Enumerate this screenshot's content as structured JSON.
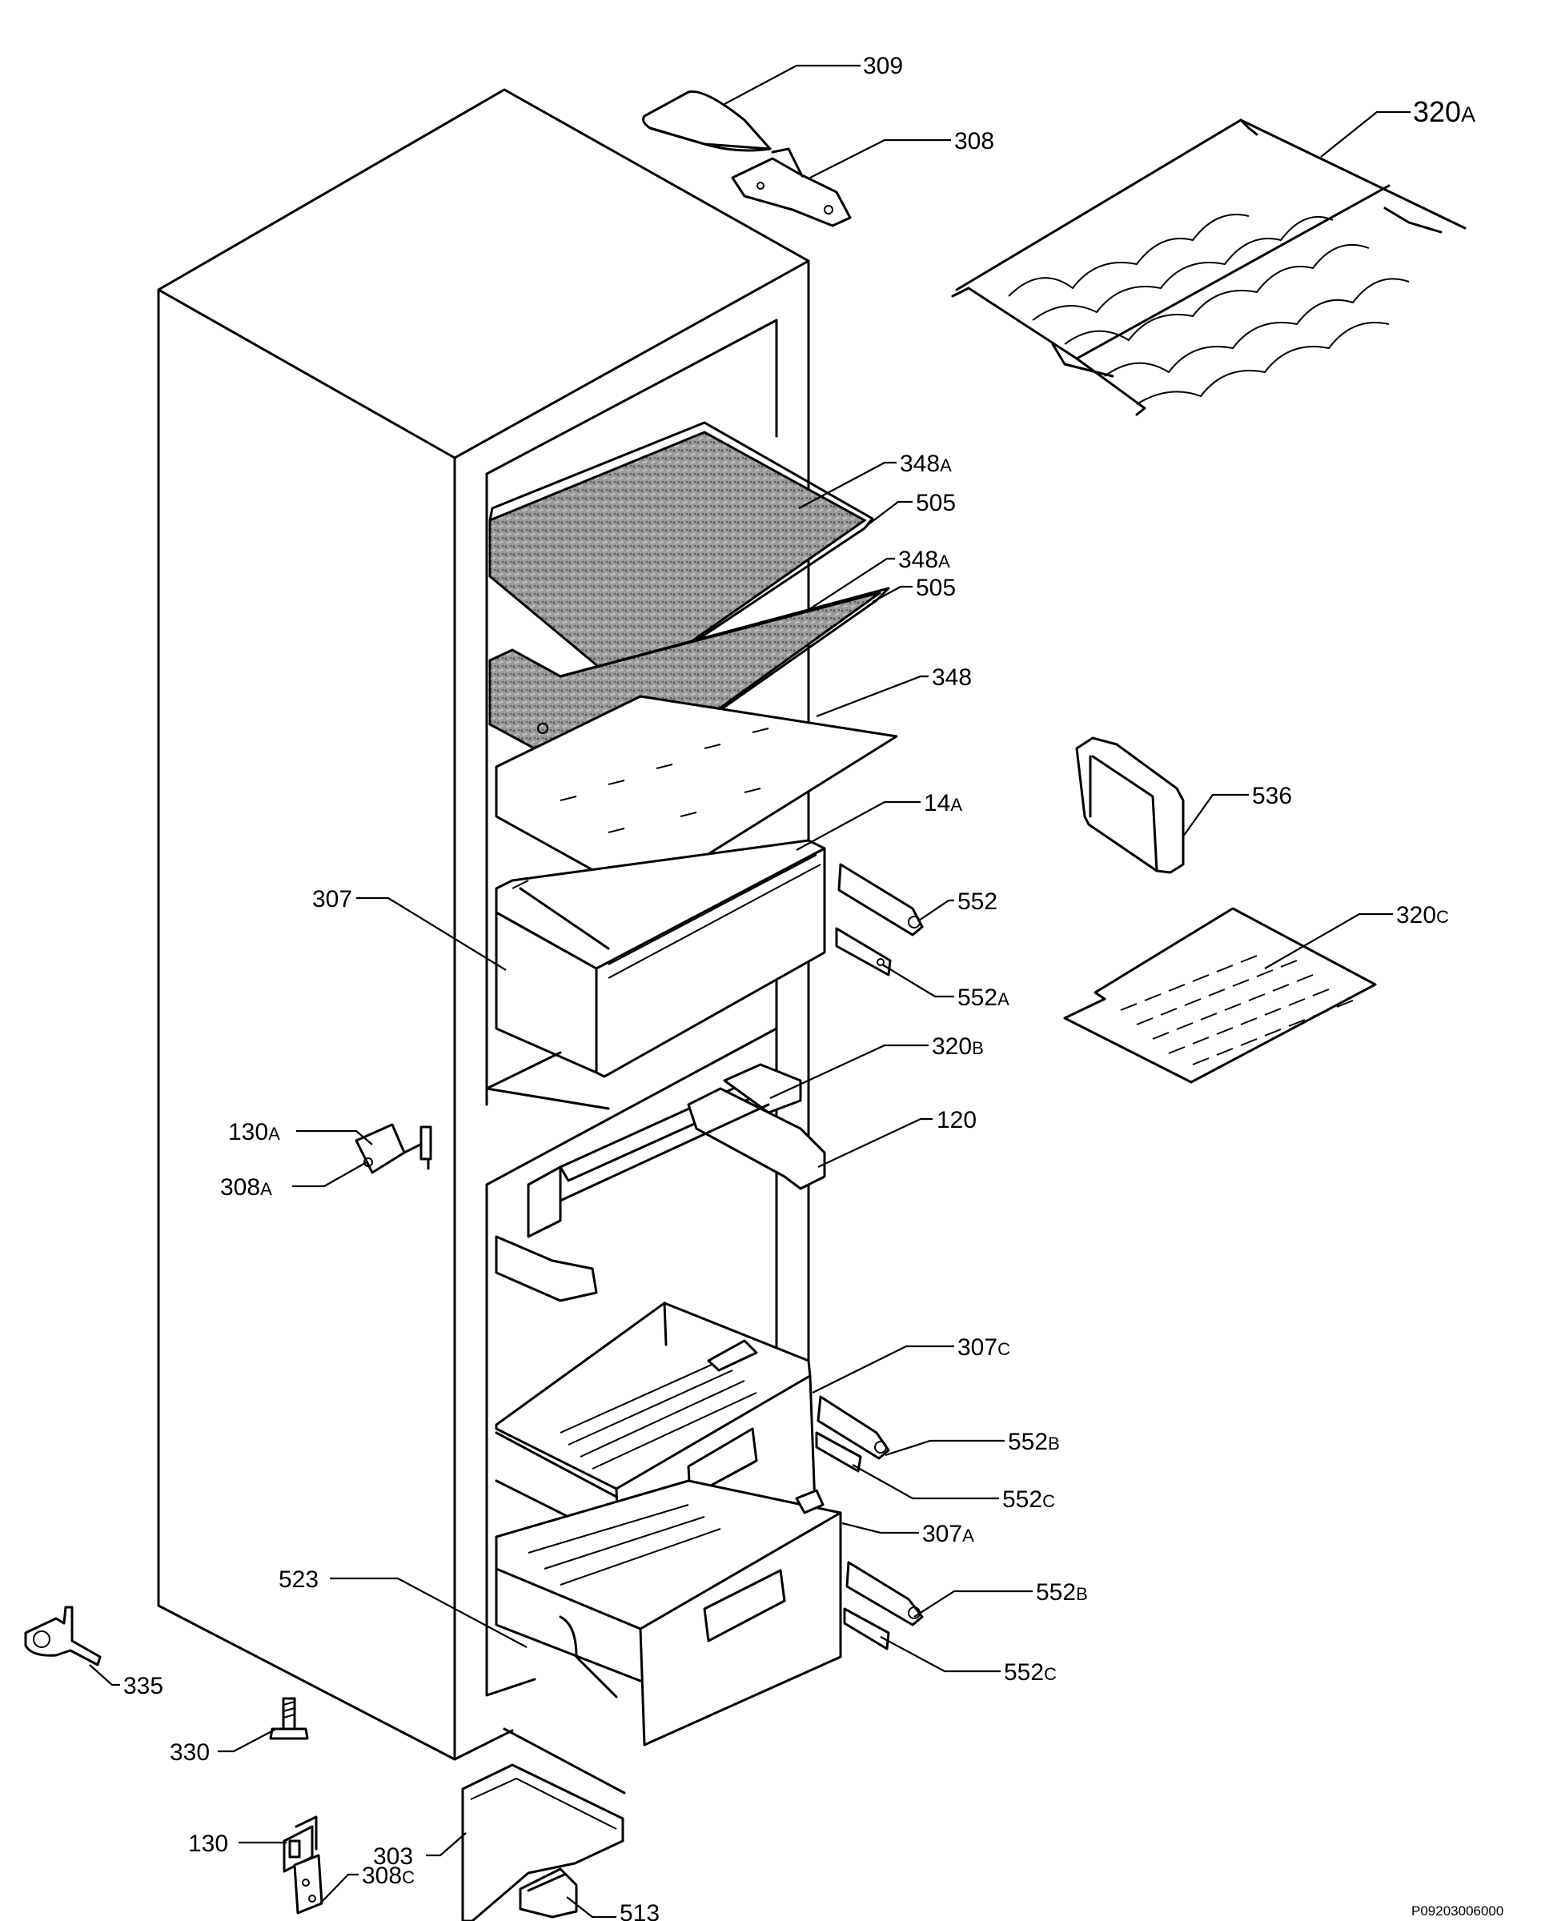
{
  "drawing_code": "P09203006000",
  "callouts": [
    {
      "id": "309",
      "num": "309",
      "suffix": ""
    },
    {
      "id": "308",
      "num": "308",
      "suffix": ""
    },
    {
      "id": "320a",
      "num": "320",
      "suffix": "A"
    },
    {
      "id": "348a-1",
      "num": "348",
      "suffix": "A"
    },
    {
      "id": "505-1",
      "num": "505",
      "suffix": ""
    },
    {
      "id": "348a-2",
      "num": "348",
      "suffix": "A"
    },
    {
      "id": "505-2",
      "num": "505",
      "suffix": ""
    },
    {
      "id": "348",
      "num": "348",
      "suffix": ""
    },
    {
      "id": "536",
      "num": "536",
      "suffix": ""
    },
    {
      "id": "14a",
      "num": "14",
      "suffix": "A"
    },
    {
      "id": "307",
      "num": "307",
      "suffix": ""
    },
    {
      "id": "552",
      "num": "552",
      "suffix": ""
    },
    {
      "id": "320c",
      "num": "320",
      "suffix": "C"
    },
    {
      "id": "552a",
      "num": "552",
      "suffix": "A"
    },
    {
      "id": "320b",
      "num": "320",
      "suffix": "B"
    },
    {
      "id": "130a",
      "num": "130",
      "suffix": "A"
    },
    {
      "id": "120",
      "num": "120",
      "suffix": ""
    },
    {
      "id": "308a",
      "num": "308",
      "suffix": "A"
    },
    {
      "id": "307c",
      "num": "307",
      "suffix": "C"
    },
    {
      "id": "552b-1",
      "num": "552",
      "suffix": "B"
    },
    {
      "id": "552c-1",
      "num": "552",
      "suffix": "C"
    },
    {
      "id": "307a",
      "num": "307",
      "suffix": "A"
    },
    {
      "id": "523",
      "num": "523",
      "suffix": ""
    },
    {
      "id": "552b-2",
      "num": "552",
      "suffix": "B"
    },
    {
      "id": "335",
      "num": "335",
      "suffix": ""
    },
    {
      "id": "552c-2",
      "num": "552",
      "suffix": "C"
    },
    {
      "id": "330",
      "num": "330",
      "suffix": ""
    },
    {
      "id": "130",
      "num": "130",
      "suffix": ""
    },
    {
      "id": "303",
      "num": "303",
      "suffix": ""
    },
    {
      "id": "308c",
      "num": "308",
      "suffix": "C"
    },
    {
      "id": "513",
      "num": "513",
      "suffix": ""
    }
  ]
}
